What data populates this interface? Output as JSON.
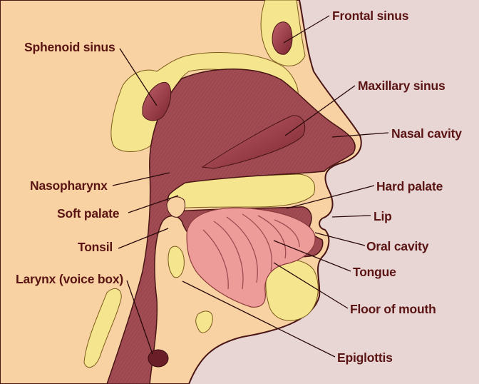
{
  "labels": {
    "frontal_sinus": "Frontal sinus",
    "sphenoid_sinus": "Sphenoid sinus",
    "maxillary_sinus": "Maxillary sinus",
    "nasal_cavity": "Nasal cavity",
    "nasopharynx": "Nasopharynx",
    "hard_palate": "Hard palate",
    "soft_palate": "Soft palate",
    "lip": "Lip",
    "tonsil": "Tonsil",
    "oral_cavity": "Oral cavity",
    "tongue": "Tongue",
    "larynx": "Larynx (voice box)",
    "floor_of_mouth": "Floor of mouth",
    "epiglottis": "Epiglottis"
  },
  "colors": {
    "background": "#e8d6d4",
    "skin": "#f8d2a2",
    "bone": "#f5e58e",
    "bone_light": "#fff4c4",
    "tissue": "#a04a52",
    "tissue_dark": "#7a2d36",
    "tongue": "#ee9c9a",
    "outline": "#4a1515",
    "label_text": "#5a1414"
  }
}
